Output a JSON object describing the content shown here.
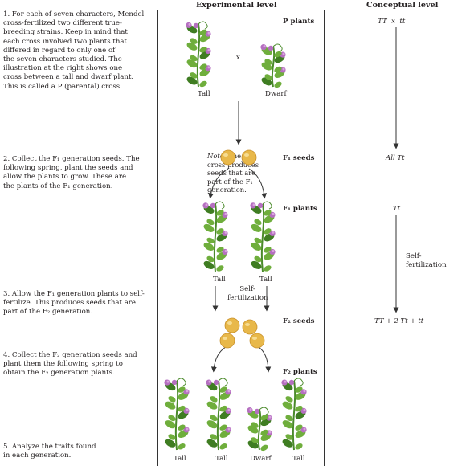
{
  "headers": {
    "experimental": "Experimental level",
    "conceptual": "Conceptual level"
  },
  "steps": [
    {
      "text": "1. For each of seven characters, Mendel\n    cross-fertilized two different true-\n    breeding strains. Keep in mind that\n    each cross involved two plants that\n    differed in regard to only one of\n    the seven characters studied. The\n    illustration at the right shows one\n    cross between a tall and dwarf plant.\n    This is called a P (parental) cross."
    },
    {
      "text": "2. Collect the F₁ generation seeds. The\n    following spring, plant the seeds and\n    allow the plants to grow. These are\n    the plants of the F₁ generation."
    },
    {
      "text": "3. Allow the F₁ generation plants to self-\n    fertilize. This produces seeds that are\n    part of the F₂ generation."
    },
    {
      "text": "4. Collect the F₂ generation seeds and\n    plant them the following spring to\n    obtain the F₂ generation plants."
    },
    {
      "text": "5. Analyze the traits found\n    in each generation."
    }
  ],
  "experimental": {
    "p_plants": "P plants",
    "cross_symbol": "x",
    "tall": "Tall",
    "dwarf": "Dwarf",
    "note_label": "Note:",
    "note_text": " The P\ncross produces\nseeds that are\npart of the F₁\ngeneration.",
    "f1_seeds": "F₁ seeds",
    "f1_plants": "F₁ plants",
    "self_fert": "Self-\nfertilization",
    "f2_seeds": "F₂ seeds",
    "f2_plants": "F₂ plants"
  },
  "conceptual": {
    "p_cross": "TT  x  tt",
    "f1_seeds": "All Tt",
    "f1_plants": "Tt",
    "self_fert": "Self-\nfertilization",
    "f2": "TT + 2 Tt + tt"
  },
  "colors": {
    "stem": "#4a8a2a",
    "leaf": "#6fae3c",
    "leaf_dark": "#3f7d22",
    "flower": "#b56fc0",
    "flower_light": "#d9a6df",
    "seed": "#e8b84a",
    "seed_edge": "#c8902a",
    "line": "#333333",
    "text": "#231f20"
  }
}
